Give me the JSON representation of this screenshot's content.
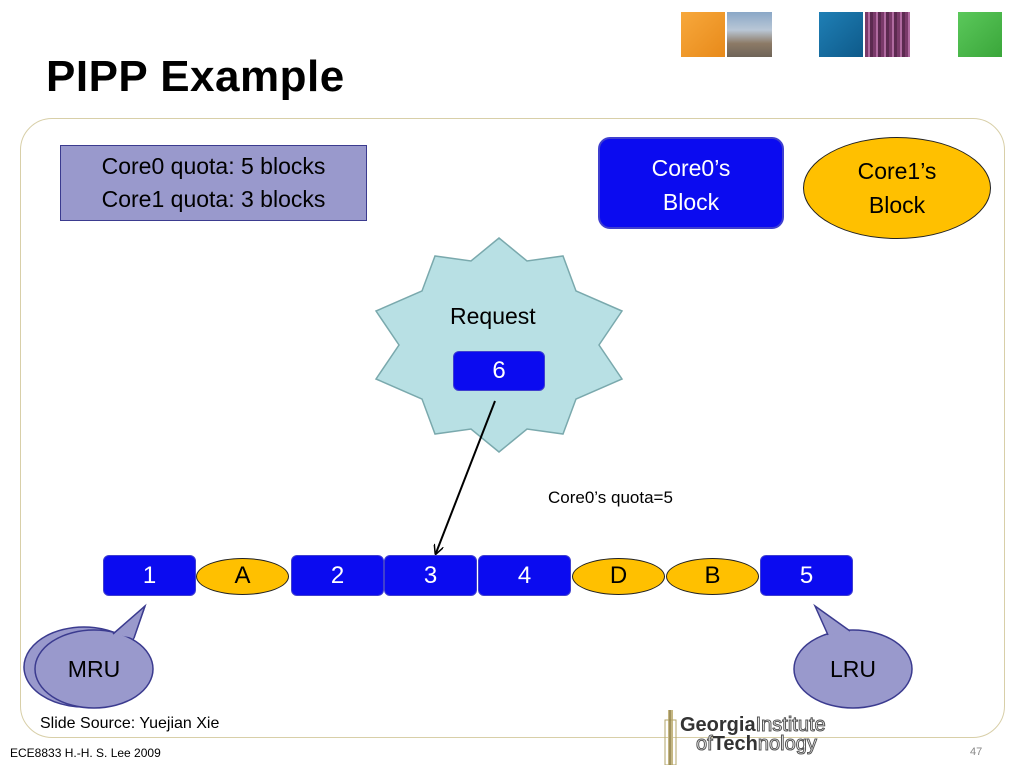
{
  "slide": {
    "title": "PIPP Example",
    "quota": {
      "line1": "Core0 quota: 5 blocks",
      "line2": "Core1 quota: 3 blocks"
    },
    "legend": {
      "core0": {
        "line1": "Core0’s",
        "line2": "Block",
        "color": "#0b0bf0"
      },
      "core1": {
        "line1": "Core1’s",
        "line2": "Block",
        "color": "#ffc000"
      }
    },
    "request": {
      "label": "Request",
      "block": "6"
    },
    "quota_note": "Core0’s quota=5",
    "stack": [
      "1",
      "A",
      "2",
      "3",
      "4",
      "D",
      "B",
      "5"
    ],
    "mru": "MRU",
    "lru": "LRU",
    "source": "Slide Source: Yuejian Xie",
    "footer": "ECE8833  H.-H. S. Lee  2009",
    "page": "47",
    "logo": {
      "line1a": "Georgia",
      "line1b": "Institute",
      "line2a": "of",
      "line2b": "Tech",
      "line2c": "nology"
    }
  }
}
